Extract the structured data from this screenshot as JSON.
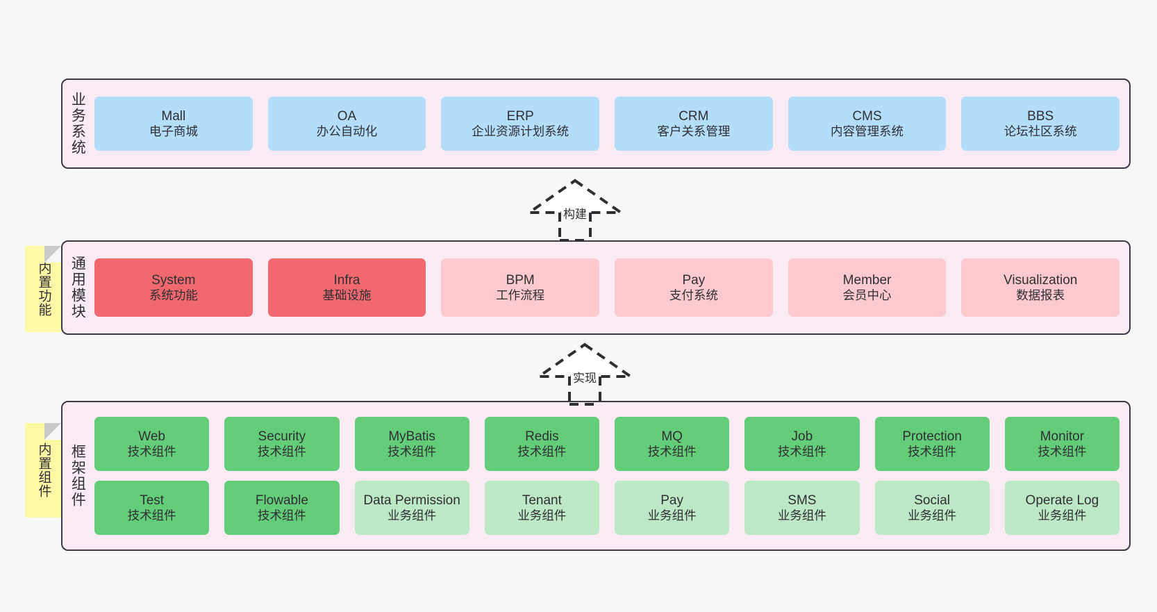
{
  "canvas": {
    "background": "#f7f7f7",
    "panel_fill": "#f9eaf4",
    "panel_border": "#3d3846",
    "note_fill": "#fdf8a6",
    "colors": {
      "blue": "#b3ddfb",
      "red": "#f1696e",
      "pink": "#fbc9ce",
      "green": "#63cd79",
      "light_green": "#bce8c6"
    }
  },
  "sections": {
    "business": {
      "label": "业务系统",
      "cards": [
        {
          "en": "Mall",
          "cn": "电子商城",
          "color": "blue"
        },
        {
          "en": "OA",
          "cn": "办公自动化",
          "color": "blue"
        },
        {
          "en": "ERP",
          "cn": "企业资源计划系统",
          "color": "blue"
        },
        {
          "en": "CRM",
          "cn": "客户关系管理",
          "color": "blue"
        },
        {
          "en": "CMS",
          "cn": "内容管理系统",
          "color": "blue"
        },
        {
          "en": "BBS",
          "cn": "论坛社区系统",
          "color": "blue"
        }
      ]
    },
    "module": {
      "label": "通用模块",
      "note": "内置功能",
      "cards": [
        {
          "en": "System",
          "cn": "系统功能",
          "color": "red"
        },
        {
          "en": "Infra",
          "cn": "基础设施",
          "color": "red"
        },
        {
          "en": "BPM",
          "cn": "工作流程",
          "color": "pink"
        },
        {
          "en": "Pay",
          "cn": "支付系统",
          "color": "pink"
        },
        {
          "en": "Member",
          "cn": "会员中心",
          "color": "pink"
        },
        {
          "en": "Visualization",
          "cn": "数据报表",
          "color": "pink"
        }
      ]
    },
    "framework": {
      "label": "框架组件",
      "note": "内置组件",
      "row1": [
        {
          "en": "Web",
          "cn": "技术组件",
          "color": "green"
        },
        {
          "en": "Security",
          "cn": "技术组件",
          "color": "green"
        },
        {
          "en": "MyBatis",
          "cn": "技术组件",
          "color": "green"
        },
        {
          "en": "Redis",
          "cn": "技术组件",
          "color": "green"
        },
        {
          "en": "MQ",
          "cn": "技术组件",
          "color": "green"
        },
        {
          "en": "Job",
          "cn": "技术组件",
          "color": "green"
        },
        {
          "en": "Protection",
          "cn": "技术组件",
          "color": "green"
        },
        {
          "en": "Monitor",
          "cn": "技术组件",
          "color": "green"
        }
      ],
      "row2": [
        {
          "en": "Test",
          "cn": "技术组件",
          "color": "green"
        },
        {
          "en": "Flowable",
          "cn": "技术组件",
          "color": "green"
        },
        {
          "en": "Data Permission",
          "cn": "业务组件",
          "color": "light_green"
        },
        {
          "en": "Tenant",
          "cn": "业务组件",
          "color": "light_green"
        },
        {
          "en": "Pay",
          "cn": "业务组件",
          "color": "light_green"
        },
        {
          "en": "SMS",
          "cn": "业务组件",
          "color": "light_green"
        },
        {
          "en": "Social",
          "cn": "业务组件",
          "color": "light_green"
        },
        {
          "en": "Operate Log",
          "cn": "业务组件",
          "color": "light_green"
        }
      ]
    }
  },
  "connectors": [
    {
      "label": "构建",
      "from": "module",
      "to": "business"
    },
    {
      "label": "实现",
      "from": "framework",
      "to": "module"
    }
  ]
}
